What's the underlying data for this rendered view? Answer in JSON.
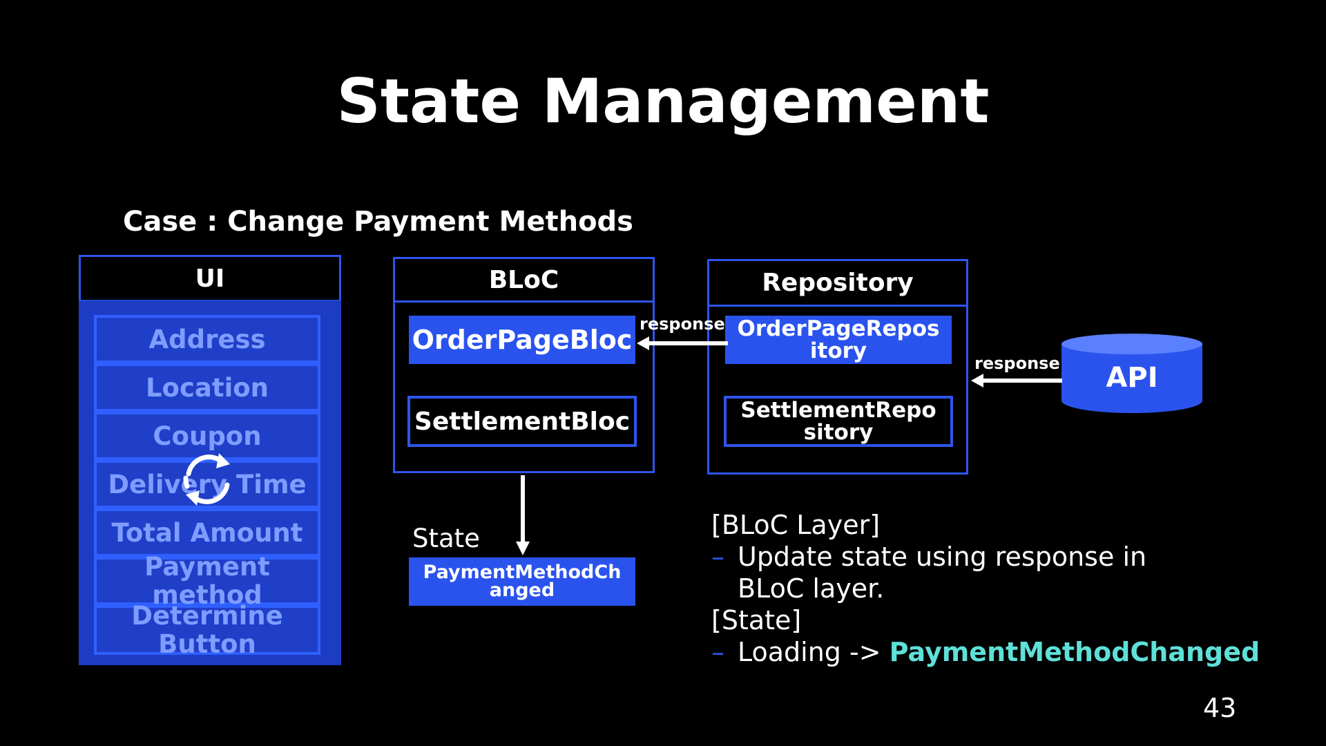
{
  "slide": {
    "title": "State Management",
    "case_label": "Case : Change Payment Methods",
    "page_number": "43"
  },
  "ui_panel": {
    "header": "UI",
    "rows": [
      "Address",
      "Location",
      "Coupon",
      "Delivery Time",
      "Total Amount",
      "Payment method",
      "Determine Button"
    ]
  },
  "bloc_panel": {
    "header": "BLoC",
    "order_bloc": "OrderPageBloc",
    "settlement_bloc": "SettlementBloc"
  },
  "repository_panel": {
    "header": "Repository",
    "order_repo": "OrderPageRepository",
    "settlement_repo": "SettlementRepository"
  },
  "api": {
    "label": "API"
  },
  "arrows": {
    "repo_to_bloc": "response",
    "api_to_repo": "response"
  },
  "state_box": {
    "label": "State",
    "value": "PaymentMethodChanged"
  },
  "notes": {
    "bloc_heading": "[BLoC Layer]",
    "bloc_item": "Update state using response in BLoC layer.",
    "state_heading": "[State]",
    "state_item_prefix": "Loading -> ",
    "state_item_highlight": "PaymentMethodChanged",
    "bullet": "–"
  },
  "colors": {
    "accent_blue": "#2a53ee",
    "highlight_cyan": "#5ee0d8",
    "background": "#000000"
  },
  "icons": [
    "refresh-icon"
  ]
}
